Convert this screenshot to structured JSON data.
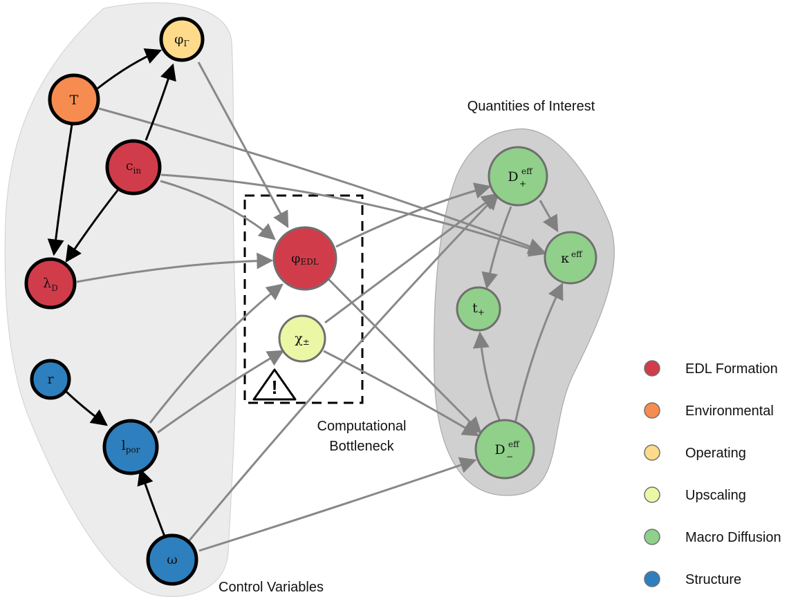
{
  "captions": {
    "control_variables": "Control Variables",
    "quantities_of_interest": "Quantities of Interest",
    "bottleneck_line1": "Computational",
    "bottleneck_line2": "Bottleneck"
  },
  "warning_symbol": "!",
  "colors": {
    "edl_formation": "#d13c4b",
    "environmental": "#f68c4f",
    "operating": "#fddb8a",
    "upscaling": "#ecf7a6",
    "macro_diffusion": "#90d08a",
    "structure": "#2e7fbe"
  },
  "nodes": {
    "phi_gamma": {
      "main": "φ",
      "sub": "Γ"
    },
    "T": {
      "main": "T"
    },
    "c_in": {
      "main": "c",
      "sub": "in"
    },
    "lambda_D": {
      "main": "λ",
      "sub": "D"
    },
    "phi_EDL": {
      "main": "φ",
      "sub": "EDL"
    },
    "chi": {
      "main": "χ",
      "sub": "±"
    },
    "r": {
      "main": "r"
    },
    "l_por": {
      "main": "l",
      "sub": "por"
    },
    "omega": {
      "main": "ω"
    },
    "D_plus": {
      "main": "D",
      "sup": "eff",
      "sub": "+"
    },
    "kappa": {
      "main": "κ",
      "sup": "eff"
    },
    "t_plus": {
      "main": "t",
      "sub": "+"
    },
    "D_minus": {
      "main": "D",
      "sup": "eff",
      "sub": "−"
    }
  },
  "legend": [
    {
      "label": "EDL Formation",
      "color": "#d13c4b"
    },
    {
      "label": "Environmental",
      "color": "#f68c4f"
    },
    {
      "label": "Operating",
      "color": "#fddb8a"
    },
    {
      "label": "Upscaling",
      "color": "#ecf7a6"
    },
    {
      "label": "Macro Diffusion",
      "color": "#90d08a"
    },
    {
      "label": "Structure",
      "color": "#2e7fbe"
    }
  ]
}
